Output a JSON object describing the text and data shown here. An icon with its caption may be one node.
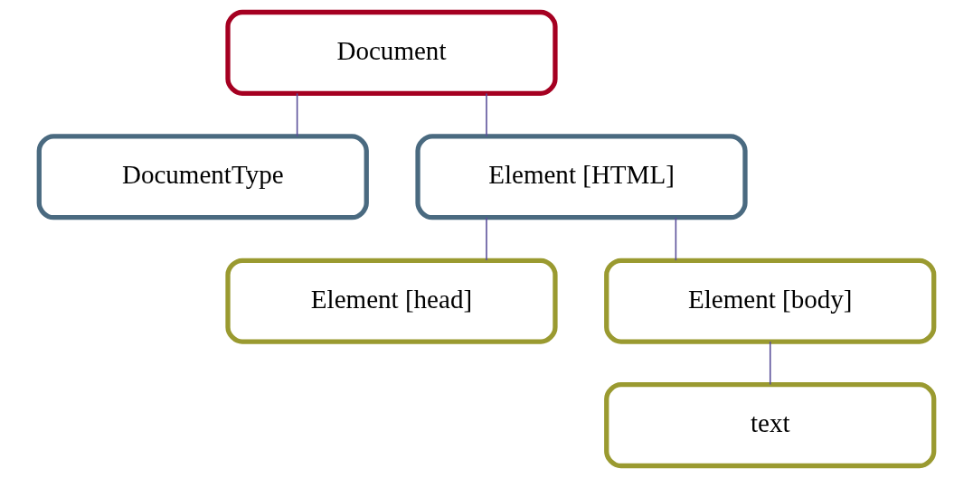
{
  "diagram": {
    "nodes": [
      {
        "text": [
          "Document"
        ]
      },
      {
        "text": [
          "DocumentType"
        ]
      },
      {
        "text": [
          "Element [HTML]"
        ]
      },
      {
        "text": [
          "Element [head]"
        ]
      },
      {
        "text": [
          "Element [body]"
        ]
      },
      {
        "text": [
          "text"
        ]
      }
    ],
    "edges": [
      {
        "from": 0,
        "to": 1,
        "arrow": "none"
      },
      {
        "from": 0,
        "to": 2,
        "arrow": "none"
      },
      {
        "from": 2,
        "to": 3,
        "arrow": "none"
      },
      {
        "from": 2,
        "to": 4,
        "arrow": "none"
      },
      {
        "from": 4,
        "to": 5,
        "arrow": "none"
      }
    ]
  }
}
